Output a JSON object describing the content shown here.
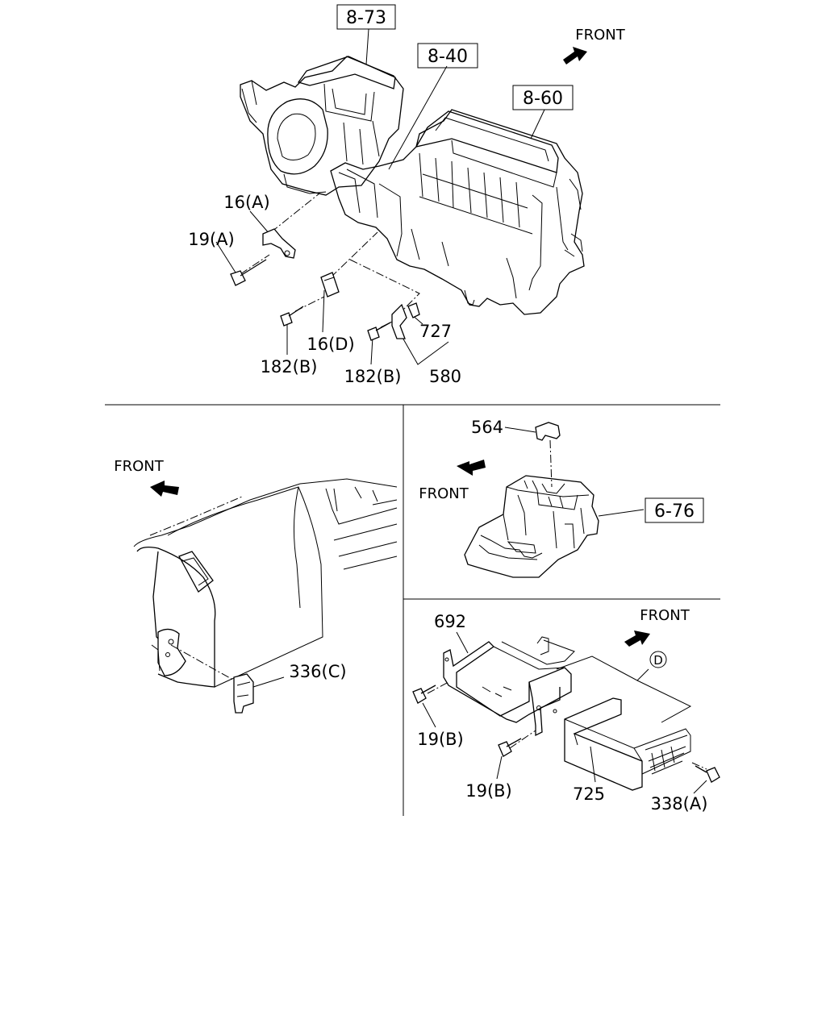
{
  "diagram": {
    "reference_boxes": {
      "box_873": "8-73",
      "box_840": "8-40",
      "box_860": "8-60",
      "box_676": "6-76"
    },
    "front_labels": {
      "top": "FRONT",
      "left": "FRONT",
      "console": "FRONT",
      "bracket": "FRONT"
    },
    "callout_marker": "D",
    "parts": {
      "p16a": "16(A)",
      "p19a": "19(A)",
      "p16d": "16(D)",
      "p182b_left": "182(B)",
      "p182b_right": "182(B)",
      "p727": "727",
      "p580": "580",
      "p564": "564",
      "p336c": "336(C)",
      "p692": "692",
      "p19b_left": "19(B)",
      "p19b_right": "19(B)",
      "p725": "725",
      "p338a": "338(A)"
    }
  }
}
